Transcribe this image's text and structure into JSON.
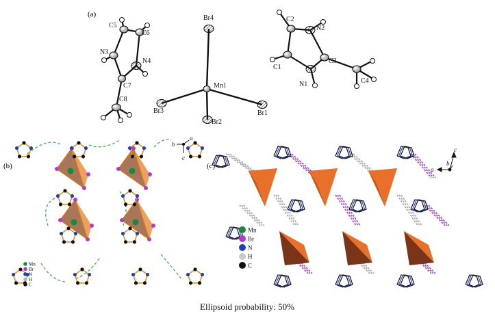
{
  "panels": {
    "a": {
      "label": "(a)",
      "atoms": {
        "C5": "C5",
        "C6": "C6",
        "N3": "N3",
        "N4": "N4",
        "C7": "C7",
        "C8": "C8",
        "Br4": "Br4",
        "Mn1": "Mn1",
        "Br3": "Br3",
        "Br2": "Br2",
        "Br1": "Br1",
        "C2": "C2",
        "N2": "N2",
        "C1": "C1",
        "C3": "C3",
        "N1": "N1",
        "C4": "C4"
      }
    },
    "b": {
      "label": "(b)",
      "axes": {
        "b": "b",
        "a": "a",
        "c": "c"
      },
      "legend": [
        {
          "key": "mn",
          "label": "Mn",
          "color": "#1a8a3a"
        },
        {
          "key": "br",
          "label": "Br",
          "color": "#b03cc8"
        },
        {
          "key": "n",
          "label": "N",
          "color": "#1f3fb4"
        },
        {
          "key": "h",
          "label": "H",
          "color": "#b5b5b5"
        },
        {
          "key": "c",
          "label": "C",
          "color": "#111111"
        }
      ]
    },
    "c": {
      "label": "(c)",
      "axes": {
        "c": "c",
        "a": "a",
        "b": "b"
      },
      "legend": [
        {
          "key": "mn",
          "label": "Mn",
          "color": "#1a8a3a"
        },
        {
          "key": "br",
          "label": "Br",
          "color": "#b03cc8"
        },
        {
          "key": "n",
          "label": "N",
          "color": "#1f3fb4"
        },
        {
          "key": "h",
          "label": "H",
          "color": "#c9c9c9"
        },
        {
          "key": "c",
          "label": "C",
          "color": "#111111"
        }
      ]
    }
  },
  "caption": "Ellipsoid probability: 50%"
}
